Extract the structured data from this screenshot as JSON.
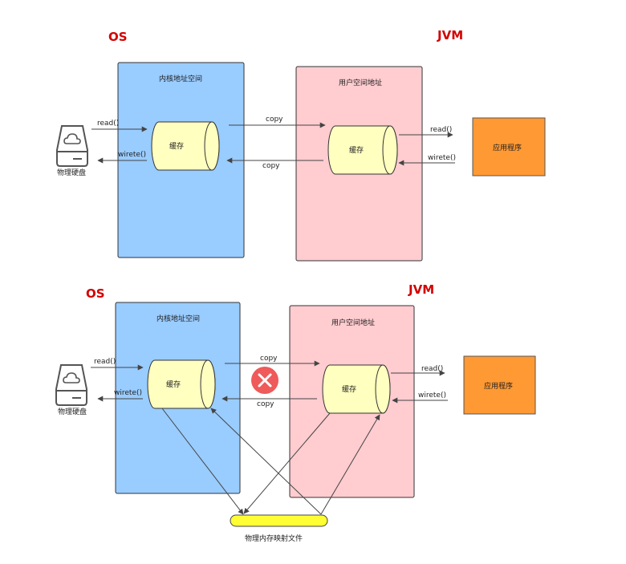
{
  "colors": {
    "os_title": "#d30000",
    "kernel_fill": "#99ccff",
    "user_fill": "#ffccd0",
    "cache_fill": "#ffffc0",
    "app_fill": "#ff9933",
    "mmap_fill": "#ffff33",
    "cross_fill": "#ef5a5a"
  },
  "top": {
    "os_label": "OS",
    "jvm_label": "JVM",
    "kernel_title": "内核地址空间",
    "user_title": "用户空间地址",
    "kernel_cache": "缓存",
    "user_cache": "缓存",
    "app_label": "应用程序",
    "disk_label": "物理硬盘",
    "disk_read": "read()",
    "disk_write": "wirete()",
    "copy_top": "copy",
    "copy_bottom": "copy",
    "app_read": "read()",
    "app_write": "wirete()"
  },
  "bottom": {
    "os_label": "OS",
    "jvm_label": "JVM",
    "kernel_title": "内核地址空间",
    "user_title": "用户空间地址",
    "kernel_cache": "缓存",
    "user_cache": "缓存",
    "app_label": "应用程序",
    "disk_label": "物理硬盘",
    "disk_read": "read()",
    "disk_write": "wirete()",
    "copy_top": "copy",
    "copy_bottom": "copy",
    "app_read": "read()",
    "app_write": "wirete()",
    "mmap_label": "物理内存映射文件"
  },
  "icons": {
    "disk_icon": "hard-drive-cloud-icon",
    "cross_icon": "x-circle-icon"
  }
}
